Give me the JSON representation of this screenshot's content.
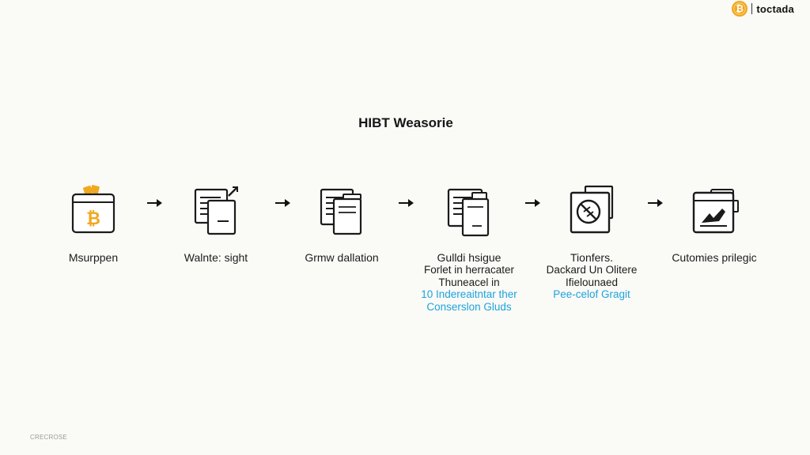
{
  "brand": {
    "name": "toctada",
    "logo_icon": "bitcoin-coin-icon",
    "accent_color": "#f0a820"
  },
  "diagram": {
    "title": "HIBT Weasorie",
    "steps": [
      {
        "icon": "bitcoin-wallet-icon",
        "label": "Msurppen",
        "lines": []
      },
      {
        "icon": "documents-icon",
        "label": "Walnte: sight",
        "lines": []
      },
      {
        "icon": "documents-icon",
        "label": "Grmw dallation",
        "lines": []
      },
      {
        "icon": "documents-icon",
        "label": "Gulldi hsigue",
        "lines": [
          {
            "text": "Forlet in herracater",
            "accent": false
          },
          {
            "text": "Thuneacel in",
            "accent": false
          },
          {
            "text": "10 Indereaitntar ther",
            "accent": true
          },
          {
            "text": "Conserslon Gluds",
            "accent": true
          }
        ]
      },
      {
        "icon": "no-sign-window-icon",
        "label": "Tionfers.",
        "lines": [
          {
            "text": "Dackard Un Olitere",
            "accent": false
          },
          {
            "text": "Ifielounaed",
            "accent": false
          },
          {
            "text": "Pee-celof Gragit",
            "accent": true
          }
        ]
      },
      {
        "icon": "chart-window-icon",
        "label": "Cutomies prilegic",
        "lines": []
      }
    ],
    "arrow_icon": "arrow-right-icon"
  },
  "footer": {
    "text": "CRECROSE"
  },
  "colors": {
    "background": "#fafaf7",
    "ink": "#1b1b1b",
    "bitcoin": "#f0a820",
    "accent_text": "#1ea3dc"
  }
}
